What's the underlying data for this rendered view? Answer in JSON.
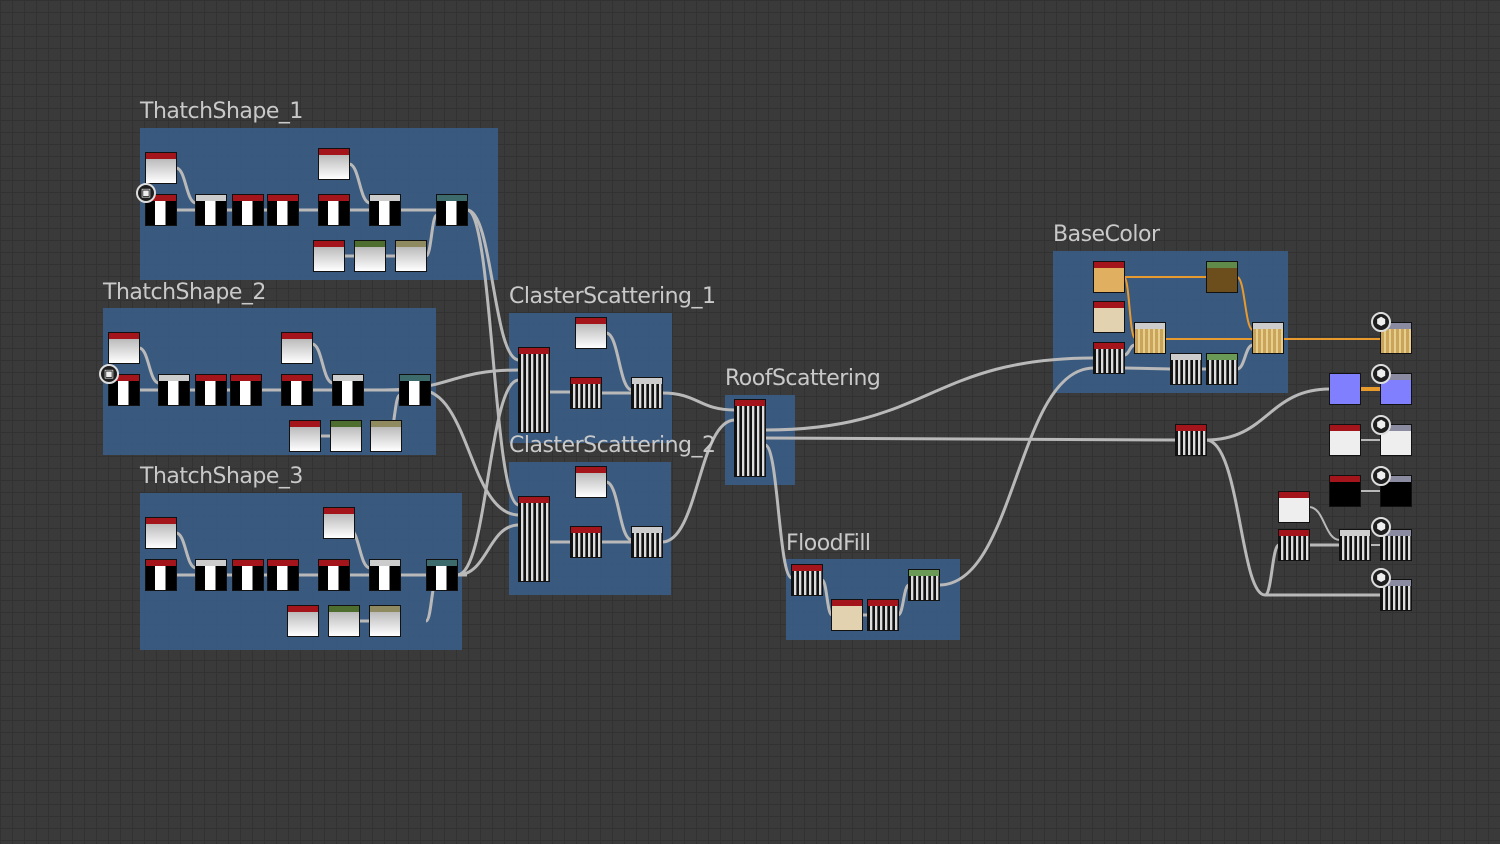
{
  "frames": {
    "thatch1": "ThatchShape_1",
    "thatch2": "ThatchShape_2",
    "thatch3": "ThatchShape_3",
    "claster1": "ClasterScattering_1",
    "claster2": "ClasterScattering_2",
    "roof": "RoofScattering",
    "flood": "FloodFill",
    "base": "BaseColor"
  },
  "colors": {
    "canvas": "#3a3a3a",
    "frame": "#3a5a80",
    "wire": "#b9b9b9",
    "wire_color": "#e89a2c",
    "header_red": "#a3141b",
    "normal_blue": "#8080ff"
  },
  "output_icon": "cube-icon"
}
